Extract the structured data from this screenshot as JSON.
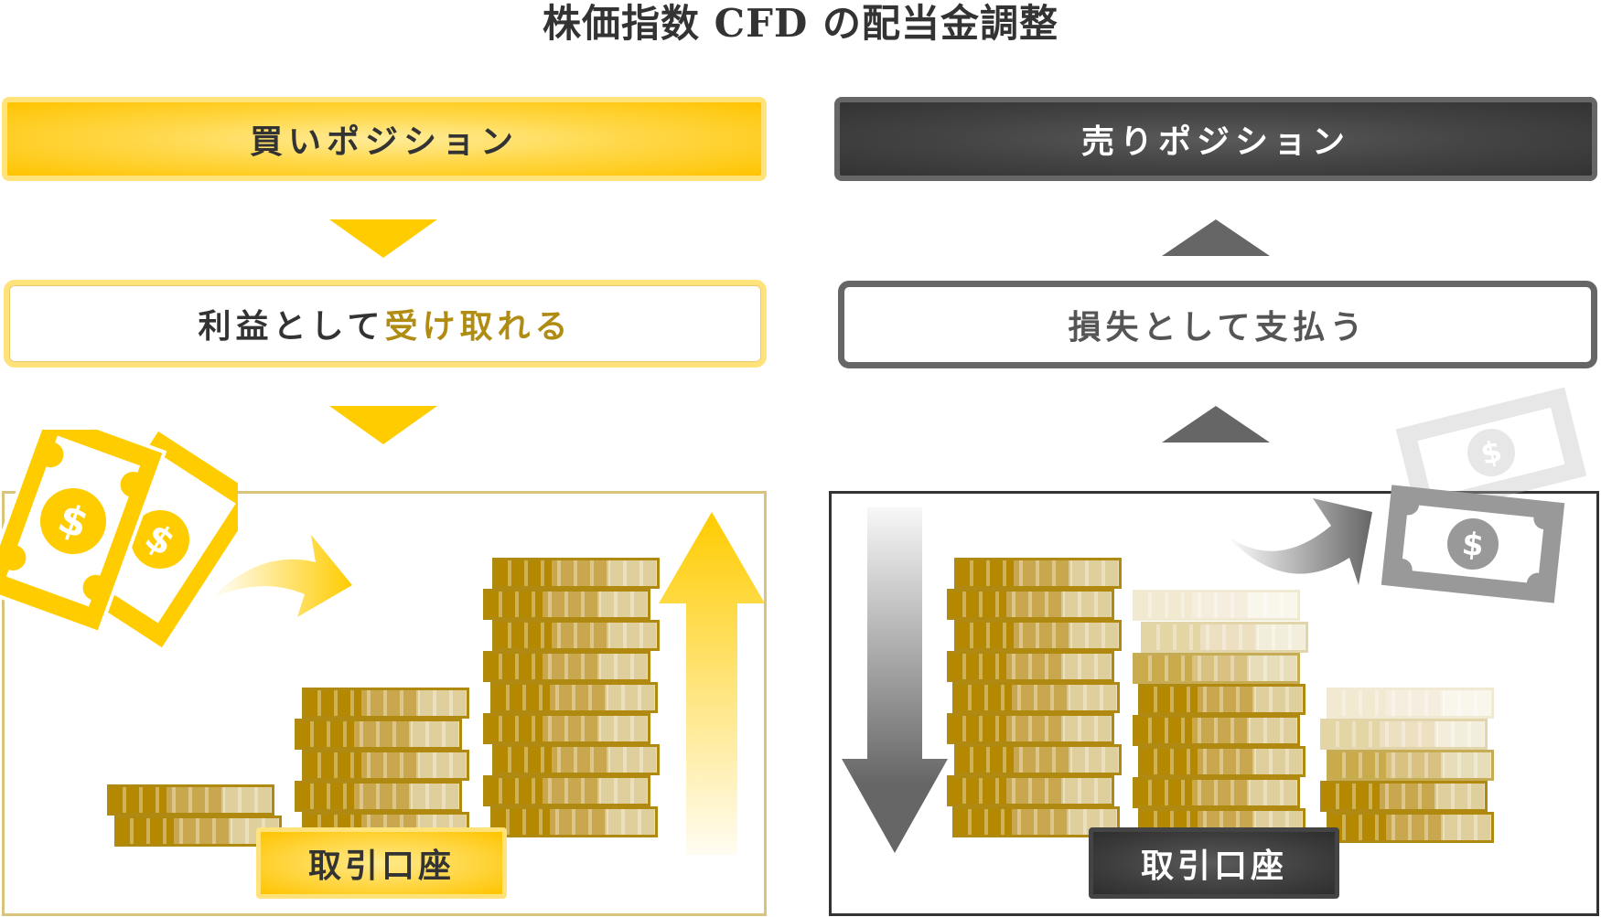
{
  "title": "株価指数 CFD の配当金調整",
  "buy": {
    "header": "買いポジション",
    "result_prefix": "利益として",
    "result_highlight": "受け取れる",
    "account_label": "取引口座",
    "arrow_direction": "down",
    "colors": {
      "accent": "#ffcc00",
      "border": "#ffe27a",
      "highlight_text": "#b08c12"
    }
  },
  "sell": {
    "header": "売りポジション",
    "result": "損失として支払う",
    "account_label": "取引口座",
    "arrow_direction": "up",
    "colors": {
      "accent": "#666666",
      "header_bg": "#3a3a3a",
      "border": "#333333"
    }
  },
  "icons": {
    "buy_bills": "dollar-bills-icon",
    "buy_flow_arrow": "curved-arrow-right-icon",
    "buy_trend_arrow": "arrow-up-icon",
    "sell_bills": "dollar-bills-icon",
    "sell_flow_arrow": "curved-arrow-right-icon",
    "sell_trend_arrow": "arrow-down-icon",
    "coins": "coin-stack-icon"
  }
}
